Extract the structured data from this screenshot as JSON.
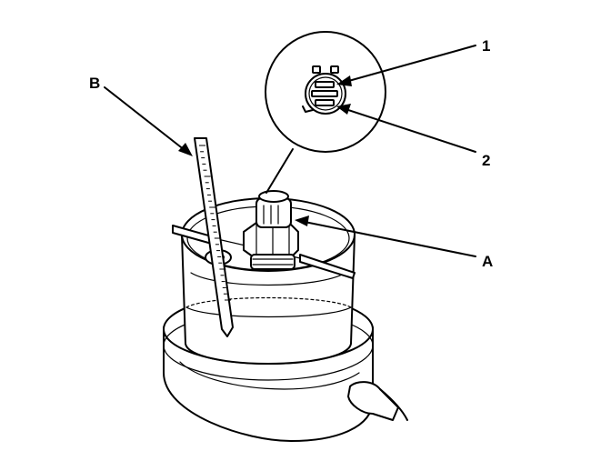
{
  "callouts": {
    "label_1": "1",
    "label_2": "2",
    "label_a": "A",
    "label_b": "B"
  },
  "colors": {
    "ink": "#000000",
    "paper": "#ffffff"
  }
}
